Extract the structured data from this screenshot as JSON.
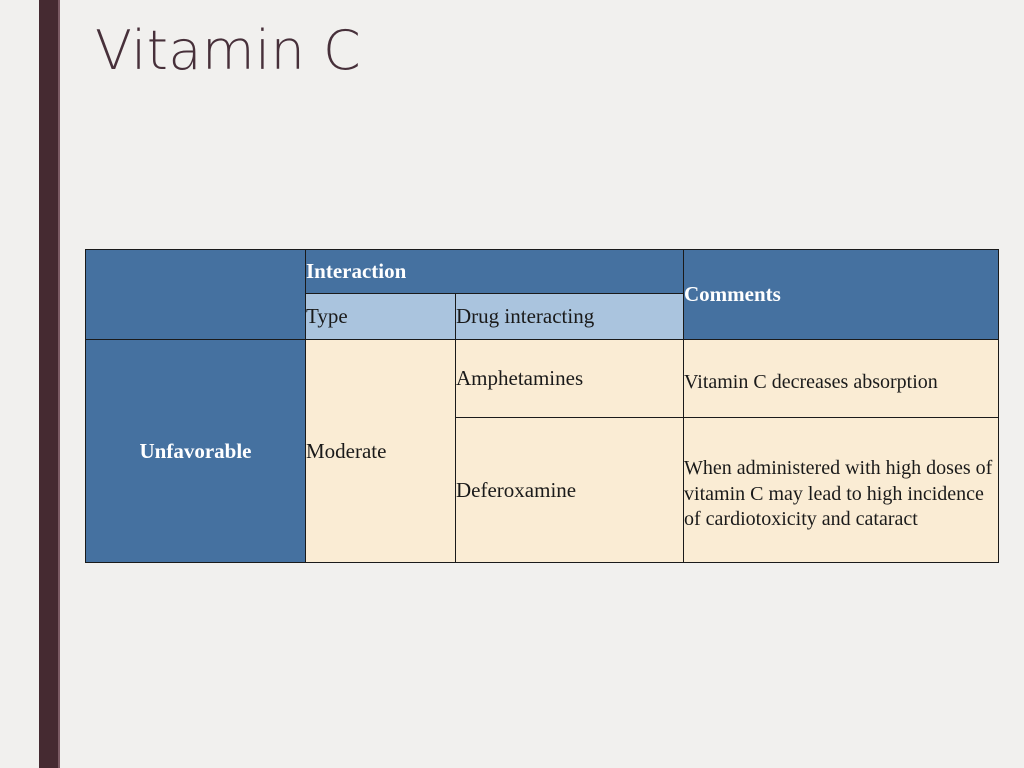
{
  "slide": {
    "title": "Vitamin C",
    "background_color": "#f1f0ee",
    "accent_bar_color": "#452a31",
    "accent_bar_edge_color": "#7a5a63",
    "title_color": "#47303a"
  },
  "table": {
    "colors": {
      "header_blue": "#4571a0",
      "subheader_light_blue": "#aac4de",
      "body_cream": "#faecd4",
      "border": "#1a1a1a",
      "header_text": "#ffffff",
      "body_text": "#1a1a1a"
    },
    "header": {
      "corner_label": "",
      "group_label": "Interaction",
      "comments_label": "Comments",
      "sub_columns": [
        "Type",
        "Drug interacting"
      ]
    },
    "rows": [
      {
        "category": "Unfavorable",
        "type": "Moderate",
        "drug": "Amphetamines",
        "comment": "Vitamin C decreases absorption"
      },
      {
        "category": "Unfavorable",
        "type": "Moderate",
        "drug": "Deferoxamine",
        "comment": "When administered with high doses of vitamin C may lead to high incidence of cardiotoxicity and cataract"
      }
    ]
  }
}
